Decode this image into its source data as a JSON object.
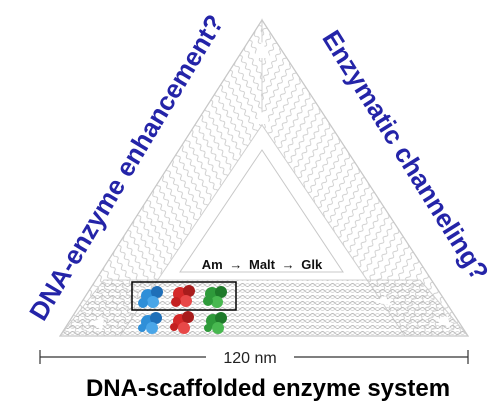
{
  "left_question": "DNA-enzyme enhancement?",
  "right_question": "Enzymatic channeling?",
  "pathway": {
    "step1": "Am",
    "step2": "Malt",
    "step3": "Glk",
    "arrow": "→"
  },
  "scale_label": "120 nm",
  "caption": "DNA-scaffolded enzyme system",
  "colors": {
    "question_text": "#2424a8",
    "enzyme_blue": "#2f8fd8",
    "enzyme_red": "#d42828",
    "enzyme_green": "#2e9a3a",
    "dna_strands": "#b8b8b8"
  },
  "icons": [
    "dna-origami-triangle",
    "amylase-enzyme",
    "maltase-enzyme",
    "glucokinase-enzyme"
  ]
}
